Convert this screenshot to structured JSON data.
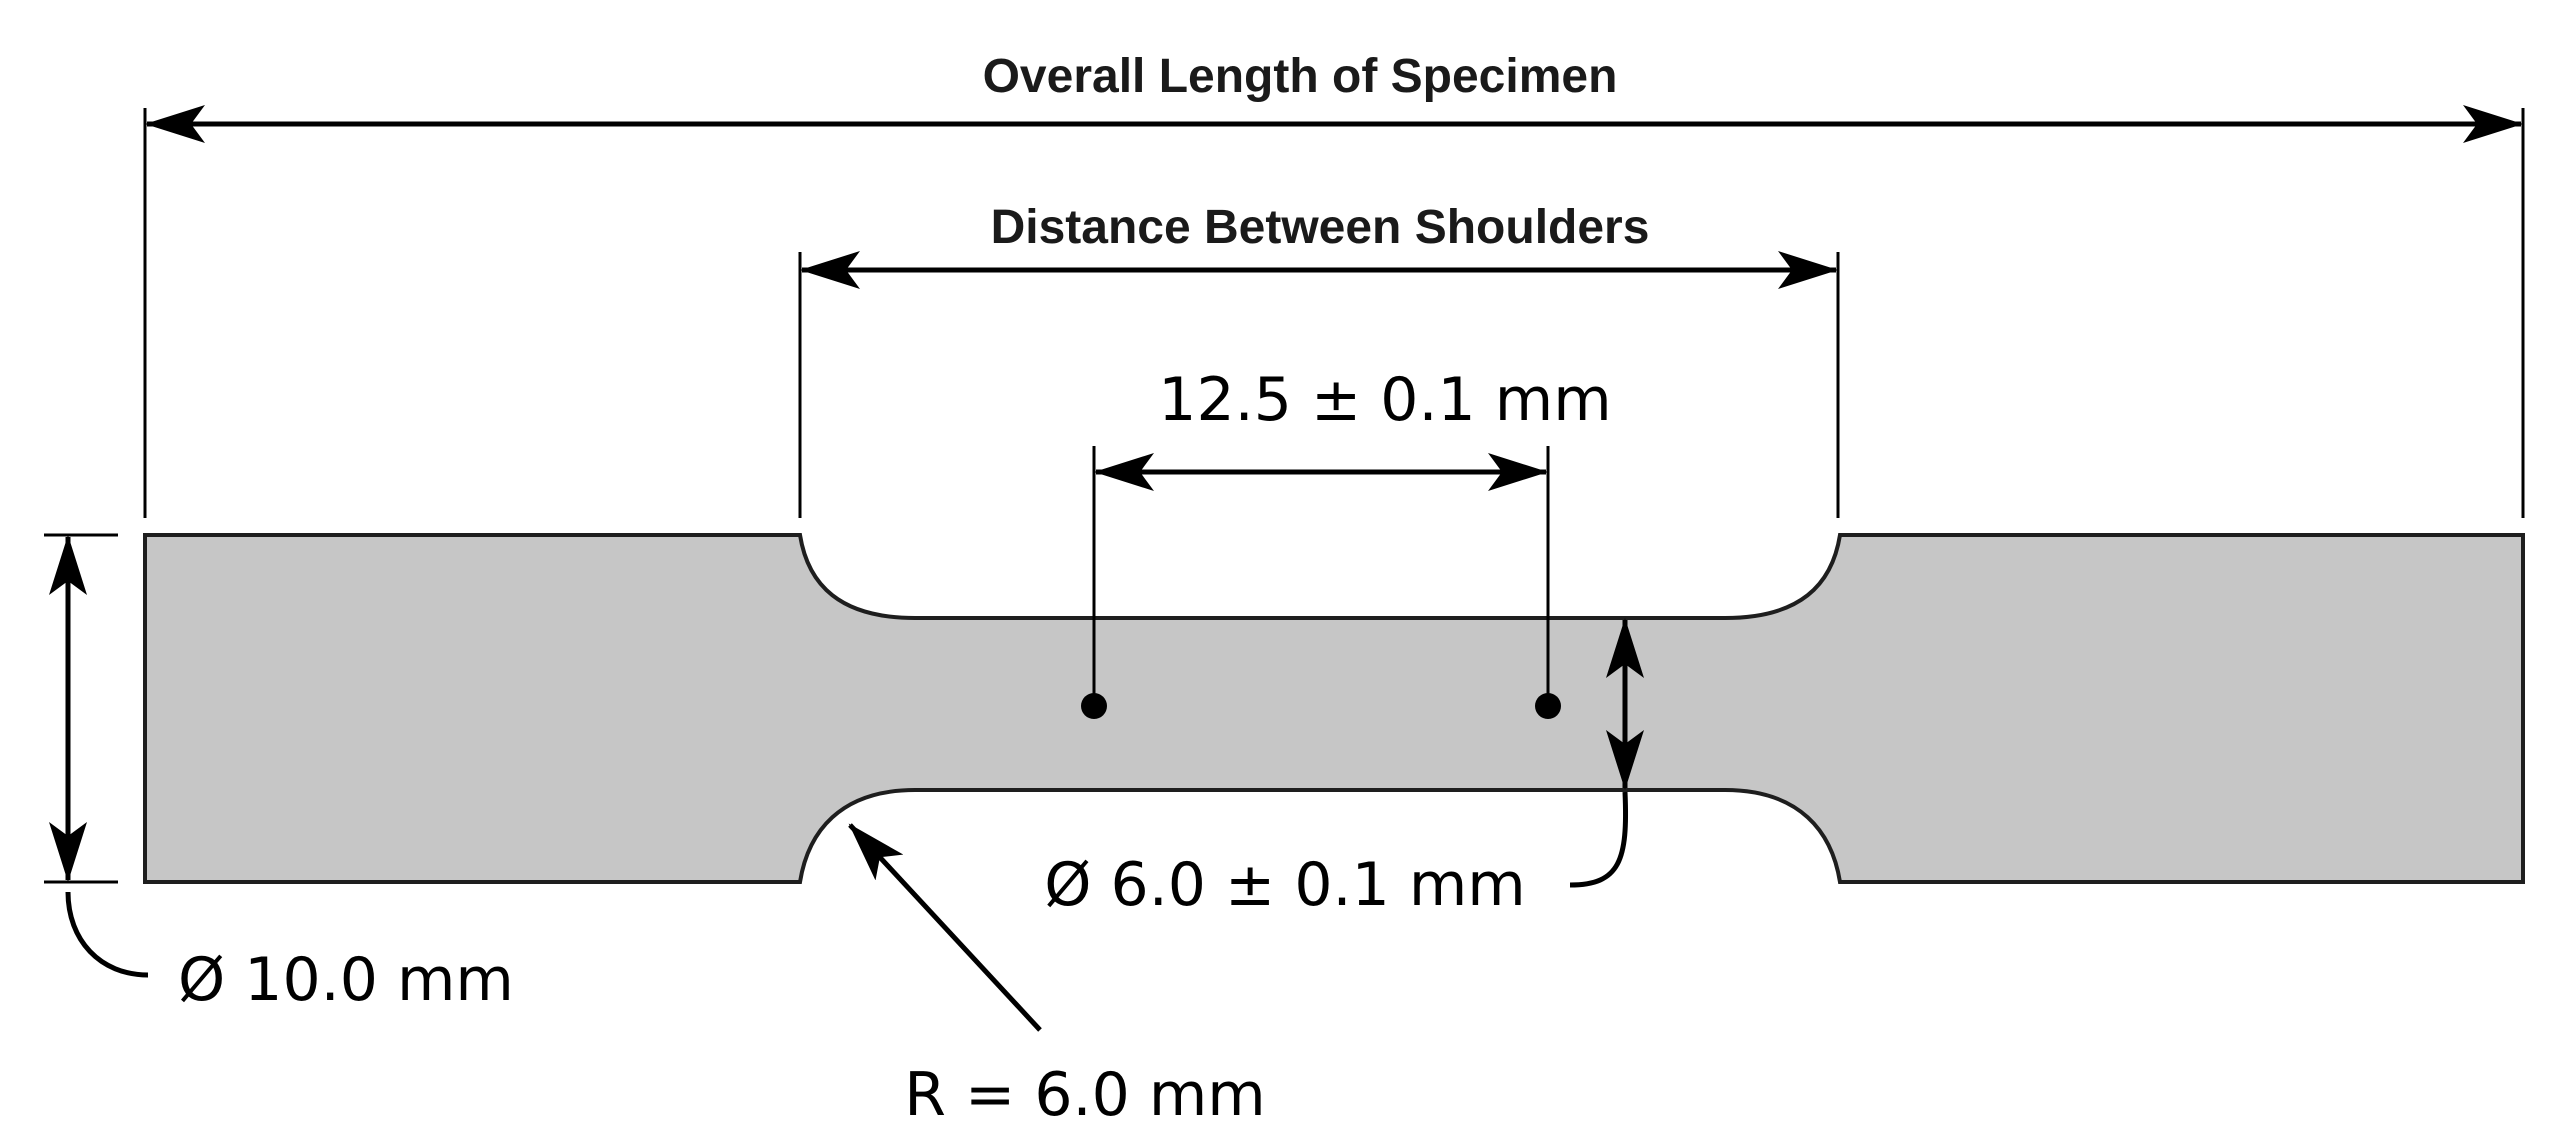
{
  "labels": {
    "overall_length": "Overall Length of Specimen",
    "distance_between_shoulders": "Distance Between Shoulders",
    "gauge_length": "12.5 ± 0.1 mm",
    "grip_diameter": "Ø 10.0 mm",
    "gauge_diameter": "Ø 6.0 ± 0.1 mm",
    "fillet_radius": "R = 6.0 mm"
  },
  "colors": {
    "specimen_fill": "#c6c6c6",
    "outline": "#1e1e1e",
    "line": "#000000"
  }
}
